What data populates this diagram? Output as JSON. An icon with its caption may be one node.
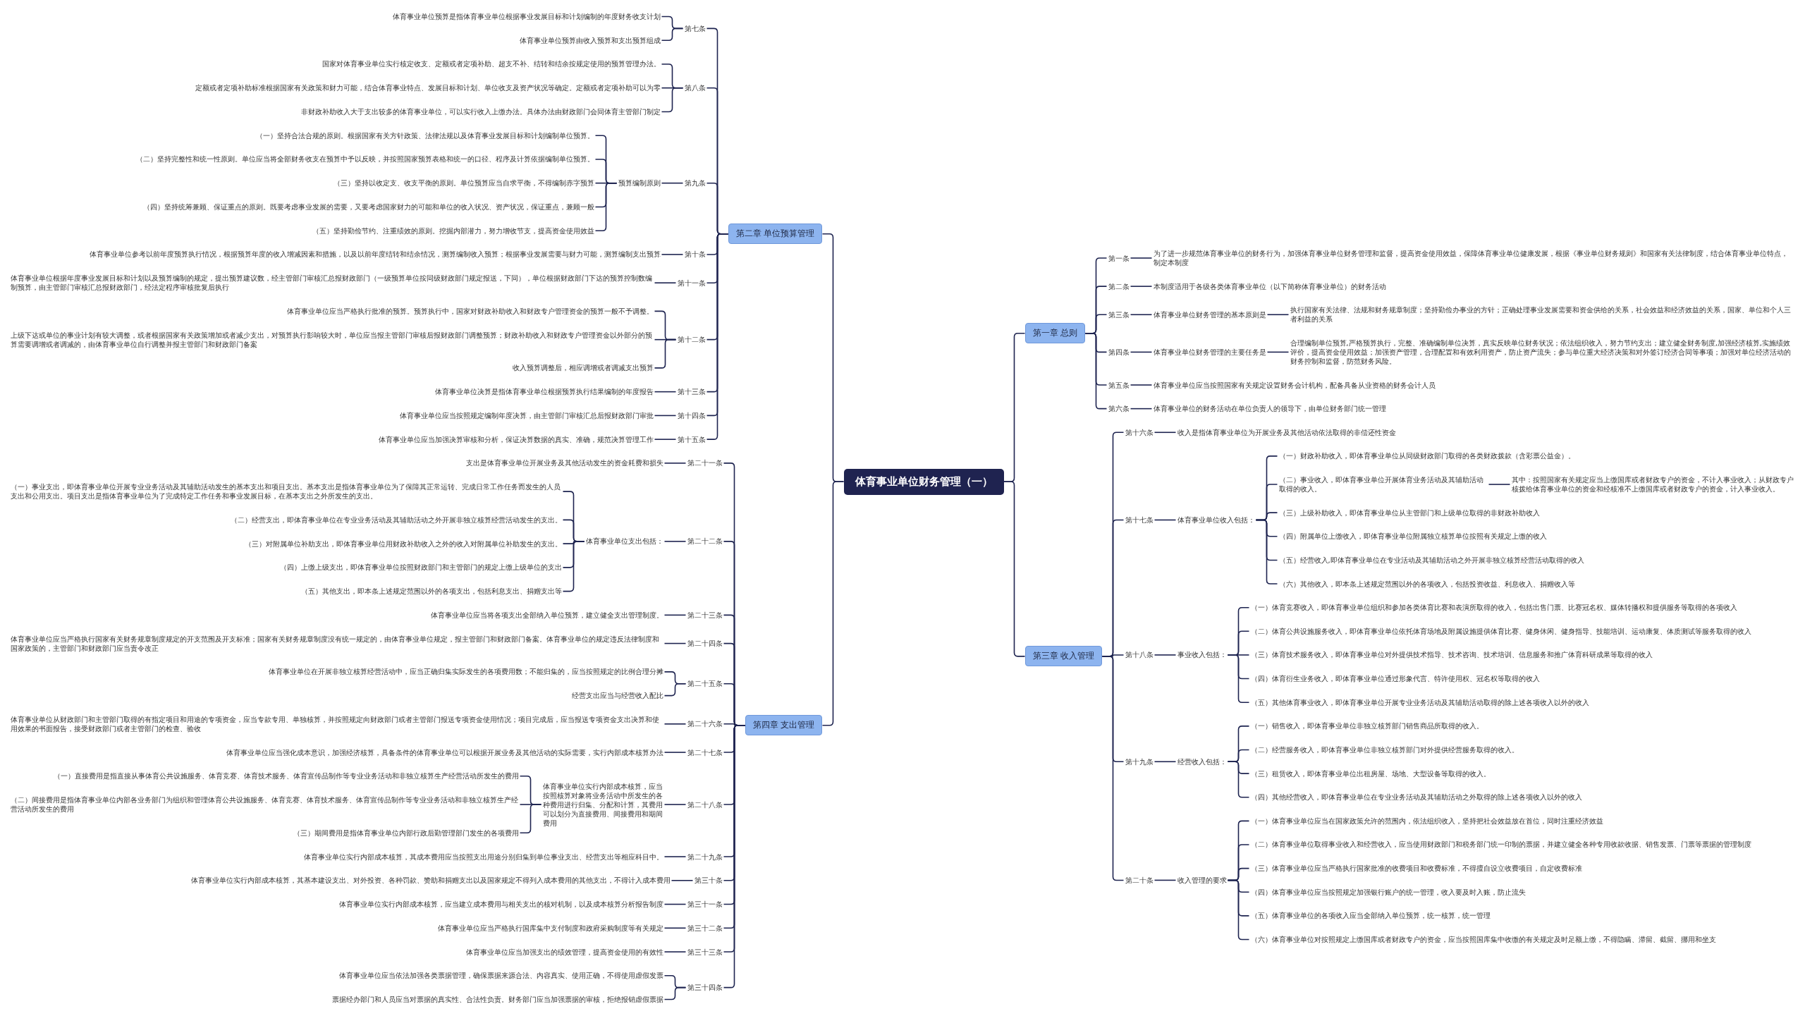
{
  "diagram": {
    "nodes": [
      {
        "text": [
          "体育事业单位财务管理（一）"
        ]
      },
      {
        "text": [
          "第一章 总则"
        ]
      },
      {
        "text": [
          "第一条"
        ]
      },
      {
        "text": [
          "为了进一步规范体育事业单位的财务行为，加强体育事业单位财务管理和监督，提高资金使用效益，保障体育事业单位健康发展，根据《事业单位财务规则》和国家有关法律制度，结合体育事业单位特点，制定本制度"
        ]
      },
      {
        "text": [
          "第二条"
        ]
      },
      {
        "text": [
          "本制度适用于各级各类体育事业单位（以下简称体育事业单位）的财务活动"
        ]
      },
      {
        "text": [
          "第三条"
        ]
      },
      {
        "text": [
          "体育事业单位财务管理的基本原则是"
        ]
      },
      {
        "text": [
          "执行国家有关法律、法规和财务规章制度；坚持勤俭办事业的方针；正确处理事业发展需要和资金供给的关系，社会效益和经济效益的关系，国家、单位和个人三者利益的关系"
        ]
      },
      {
        "text": [
          "第四条"
        ]
      },
      {
        "text": [
          "体育事业单位财务管理的主要任务是"
        ]
      },
      {
        "text": [
          "合理编制单位预算,严格预算执行，完整、准确编制单位决算，真实反映单位财务状况；依法组织收入，努力节约支出；建立健全财务制度,加强经济核算,实施绩效评价，提高资金使用效益；加强资产管理，合理配置和有效利用资产，防止资产流失；参与单位重大经济决策和对外签订经济合同等事项；加强对单位经济活动的财务控制和监督，防范财务风险。"
        ]
      },
      {
        "text": [
          "第五条"
        ]
      },
      {
        "text": [
          "体育事业单位应当按照国家有关规定设置财务会计机构，配备具备从业资格的财务会计人员"
        ]
      },
      {
        "text": [
          "第六条"
        ]
      },
      {
        "text": [
          "体育事业单位的财务活动在单位负责人的领导下，由单位财务部门统一管理"
        ]
      },
      {
        "text": [
          "第二章 单位预算管理"
        ]
      },
      {
        "text": [
          "第七条"
        ]
      },
      {
        "text": [
          "体育事业单位预算是指体育事业单位根据事业发展目标和计划编制的年度财务收支计划"
        ]
      },
      {
        "text": [
          "体育事业单位预算由收入预算和支出预算组成"
        ]
      },
      {
        "text": [
          "第八条"
        ]
      },
      {
        "text": [
          "国家对体育事业单位实行核定收支、定额或者定项补助、超支不补、结转和结余按规定使用的预算管理办法。"
        ]
      },
      {
        "text": [
          "定额或者定项补助标准根据国家有关政策和财力可能，结合体育事业特点、发展目标和计划、单位收支及资产状况等确定。定额或者定项补助可以为零"
        ]
      },
      {
        "text": [
          "非财政补助收入大于支出较多的体育事业单位，可以实行收入上缴办法。具体办法由财政部门会同体育主管部门制定"
        ]
      },
      {
        "text": [
          "第九条"
        ]
      },
      {
        "text": [
          "预算编制原则"
        ]
      },
      {
        "text": [
          "（一）坚持合法合规的原则。根据国家有关方针政策、法律法规以及体育事业发展目标和计划编制单位预算。"
        ]
      },
      {
        "text": [
          "（二）坚持完整性和统一性原则。单位应当将全部财务收支在预算中予以反映，并按照国家预算表格和统一的口径、程序及计算依据编制单位预算。"
        ]
      },
      {
        "text": [
          "（三）坚持以收定支、收支平衡的原则。单位预算应当自求平衡，不得编制赤字预算"
        ]
      },
      {
        "text": [
          "（四）坚持统筹兼顾、保证重点的原则。既要考虑事业发展的需要，又要考虑国家财力的可能和单位的收入状况、资产状况，保证重点，兼顾一般"
        ]
      },
      {
        "text": [
          "（五）坚持勤俭节约、注重绩效的原则。挖掘内部潜力，努力增收节支，提高资金使用效益"
        ]
      },
      {
        "text": [
          "第十条"
        ]
      },
      {
        "text": [
          "体育事业单位参考以前年度预算执行情况，根据预算年度的收入增减因素和措施，以及以前年度结转和结余情况，测算编制收入预算；根据事业发展需要与财力可能，测算编制支出预算"
        ]
      },
      {
        "text": [
          "第十一条"
        ]
      },
      {
        "text": [
          "体育事业单位根据年度事业发展目标和计划以及预算编制的规定，提出预算建议数，经主管部门审核汇总报财政部门（一级预算单位按同级财政部门规定报送，下同），单位根据财政部门下达的预算控制数编制预算，由主管部门审核汇总报财政部门，经法定程序审核批复后执行"
        ]
      },
      {
        "text": [
          "第十二条"
        ]
      },
      {
        "text": [
          "体育事业单位应当严格执行批准的预算。预算执行中，国家对财政补助收入和财政专户管理资金的预算一般不予调整。"
        ]
      },
      {
        "text": [
          "上级下达或单位的事业计划有较大调整，或者根据国家有关政策增加或者减少支出，对预算执行影响较大时，单位应当报主管部门审核后报财政部门调整预算；财政补助收入和财政专户管理资金以外部分的预算需要调增或者调减的，由体育事业单位自行调整并报主管部门和财政部门备案"
        ]
      },
      {
        "text": [
          "收入预算调整后，相应调增或者调减支出预算"
        ]
      },
      {
        "text": [
          "第十三条"
        ]
      },
      {
        "text": [
          "体育事业单位决算是指体育事业单位根据预算执行结果编制的年度报告"
        ]
      },
      {
        "text": [
          "第十四条"
        ]
      },
      {
        "text": [
          "体育事业单位应当按照规定编制年度决算，由主管部门审核汇总后报财政部门审批"
        ]
      },
      {
        "text": [
          "第十五条"
        ]
      },
      {
        "text": [
          "体育事业单位应当加强决算审核和分析，保证决算数据的真实、准确，规范决算管理工作"
        ]
      },
      {
        "text": [
          "第三章 收入管理"
        ]
      },
      {
        "text": [
          "第十六条"
        ]
      },
      {
        "text": [
          "收入是指体育事业单位为开展业务及其他活动依法取得的非偿还性资金"
        ]
      },
      {
        "text": [
          "第十七条"
        ]
      },
      {
        "text": [
          "体育事业单位收入包括："
        ]
      },
      {
        "text": [
          "（一）财政补助收入，即体育事业单位从同级财政部门取得的各类财政拨款（含彩票公益金）。"
        ]
      },
      {
        "text": [
          "（二）事业收入，即体育事业单位开展体育业务活动及其辅助活动取得的收入。"
        ]
      },
      {
        "text": [
          "其中：按照国家有关规定应当上缴国库或者财政专户的资金，不计入事业收入；从财政专户核拨给体育事业单位的资金和经核准不上缴国库或者财政专户的资金，计入事业收入。"
        ]
      },
      {
        "text": [
          "（三）上级补助收入，即体育事业单位从主管部门和上级单位取得的非财政补助收入"
        ]
      },
      {
        "text": [
          "（四）附属单位上缴收入，即体育事业单位附属独立核算单位按照有关规定上缴的收入"
        ]
      },
      {
        "text": [
          "（五）经营收入,即体育事业单位在专业活动及其辅助活动之外开展非独立核算经营活动取得的收入"
        ]
      },
      {
        "text": [
          "（六）其他收入，即本条上述规定范围以外的各项收入，包括投资收益、利息收入、捐赠收入等"
        ]
      },
      {
        "text": [
          "第十八条"
        ]
      },
      {
        "text": [
          "事业收入包括："
        ]
      },
      {
        "text": [
          "（一）体育竞赛收入，即体育事业单位组织和参加各类体育比赛和表演所取得的收入，包括出售门票、比赛冠名权、媒体转播权和提供服务等取得的各项收入"
        ]
      },
      {
        "text": [
          "（二）体育公共设施服务收入，即体育事业单位依托体育场地及附属设施提供体育比赛、健身休闲、健身指导、技能培训、运动康复、体质测试等服务取得的收入"
        ]
      },
      {
        "text": [
          "（三）体育技术服务收入，即体育事业单位对外提供技术指导、技术咨询、技术培训、信息服务和推广体育科研成果等取得的收入"
        ]
      },
      {
        "text": [
          "（四）体育衍生业务收入，即体育事业单位通过形象代言、特许使用权、冠名权等取得的收入"
        ]
      },
      {
        "text": [
          "（五）其他体育事业收入，即体育事业单位开展专业业务活动及其辅助活动取得的除上述各项收入以外的收入"
        ]
      },
      {
        "text": [
          "第十九条"
        ]
      },
      {
        "text": [
          "经营收入包括："
        ]
      },
      {
        "text": [
          "（一）销售收入，即体育事业单位非独立核算部门销售商品所取得的收入。"
        ]
      },
      {
        "text": [
          "（二）经营服务收入，即体育事业单位非独立核算部门对外提供经营服务取得的收入。"
        ]
      },
      {
        "text": [
          "（三）租赁收入，即体育事业单位出租房屋、场地、大型设备等取得的收入。"
        ]
      },
      {
        "text": [
          "（四）其他经营收入，即体育事业单位在专业业务活动及其辅助活动之外取得的除上述各项收入以外的收入"
        ]
      },
      {
        "text": [
          "第二十条"
        ]
      },
      {
        "text": [
          "收入管理的要求"
        ]
      },
      {
        "text": [
          "（一）体育事业单位应当在国家政策允许的范围内，依法组织收入，坚持把社会效益放在首位，同时注重经济效益"
        ]
      },
      {
        "text": [
          "（二）体育事业单位取得事业收入和经营收入，应当使用财政部门和税务部门统一印制的票据，并建立健全各种专用收款收据、销售发票、门票等票据的管理制度"
        ]
      },
      {
        "text": [
          "（三）体育事业单位应当严格执行国家批准的收费项目和收费标准，不得擅自设立收费项目，自定收费标准"
        ]
      },
      {
        "text": [
          "（四）体育事业单位应当按照规定加强银行账户的统一管理，收入要及时入账，防止流失"
        ]
      },
      {
        "text": [
          "（五）体育事业单位的各项收入应当全部纳入单位预算，统一核算，统一管理"
        ]
      },
      {
        "text": [
          "（六）体育事业单位对按照规定上缴国库或者财政专户的资金，应当按照国库集中收缴的有关规定及时足额上缴，不得隐瞒、滞留、截留、挪用和坐支"
        ]
      },
      {
        "text": [
          "第四章 支出管理"
        ]
      },
      {
        "text": [
          "第二十一条"
        ]
      },
      {
        "text": [
          "支出是体育事业单位开展业务及其他活动发生的资金耗费和损失"
        ]
      },
      {
        "text": [
          "第二十二条"
        ]
      },
      {
        "text": [
          "体育事业单位支出包括："
        ]
      },
      {
        "text": [
          "（一）事业支出，即体育事业单位开展专业业务活动及其辅助活动发生的基本支出和项目支出。基本支出是指体育事业单位为了保障其正常运转、完成日常工作任务而发生的人员支出和公用支出。项目支出是指体育事业单位为了完成特定工作任务和事业发展目标，在基本支出之外所发生的支出。"
        ]
      },
      {
        "text": [
          "（二）经营支出，即体育事业单位在专业业务活动及其辅助活动之外开展非独立核算经营活动发生的支出。"
        ]
      },
      {
        "text": [
          "（三）对附属单位补助支出，即体育事业单位用财政补助收入之外的收入对附属单位补助发生的支出。"
        ]
      },
      {
        "text": [
          "（四）上缴上级支出，即体育事业单位按照财政部门和主管部门的规定上缴上级单位的支出"
        ]
      },
      {
        "text": [
          "（五）其他支出，即本条上述规定范围以外的各项支出，包括利息支出、捐赠支出等"
        ]
      },
      {
        "text": [
          "第二十三条"
        ]
      },
      {
        "text": [
          "体育事业单位应当将各项支出全部纳入单位预算，建立健全支出管理制度。"
        ]
      },
      {
        "text": [
          "第二十四条"
        ]
      },
      {
        "text": [
          "体育事业单位应当严格执行国家有关财务规章制度规定的开支范围及开支标准；国家有关财务规章制度没有统一规定的，由体育事业单位规定，报主管部门和财政部门备案。体育事业单位的规定违反法律制度和国家政策的，主管部门和财政部门应当责令改正"
        ]
      },
      {
        "text": [
          "第二十五条"
        ]
      },
      {
        "text": [
          "体育事业单位在开展非独立核算经营活动中，应当正确归集实际发生的各项费用数；不能归集的，应当按照规定的比例合理分摊"
        ]
      },
      {
        "text": [
          "经营支出应当与经营收入配比"
        ]
      },
      {
        "text": [
          "第二十六条"
        ]
      },
      {
        "text": [
          "体育事业单位从财政部门和主管部门取得的有指定项目和用途的专项资金，应当专款专用、单独核算，并按照规定向财政部门或者主管部门报送专项资金使用情况；项目完成后，应当报送专项资金支出决算和使用效果的书面报告，接受财政部门或者主管部门的检查、验收"
        ]
      },
      {
        "text": [
          "第二十七条"
        ]
      },
      {
        "text": [
          "体育事业单位应当强化成本意识，加强经济核算，具备条件的体育事业单位可以根据开展业务及其他活动的实际需要，实行内部成本核算办法"
        ]
      },
      {
        "text": [
          "第二十八条"
        ]
      },
      {
        "text": [
          "体育事业单位实行内部成本核算，应当按照核算对象将业务活动中所发生的各种费用进行归集、分配和计算，其费用可以划分为直接费用、间接费用和期间费用"
        ]
      },
      {
        "text": [
          "（一）直接费用是指直接从事体育公共设施服务、体育竞赛、体育技术服务、体育宣传品制作等专业业务活动和非独立核算生产经营活动所发生的费用"
        ]
      },
      {
        "text": [
          "（二）间接费用是指体育事业单位内部各业务部门为组织和管理体育公共设施服务、体育竞赛、体育技术服务、体育宣传品制作等专业业务活动和非独立核算生产经营活动所发生的费用"
        ]
      },
      {
        "text": [
          "（三）期间费用是指体育事业单位内部行政后勤管理部门发生的各项费用"
        ]
      },
      {
        "text": [
          "第二十九条"
        ]
      },
      {
        "text": [
          "体育事业单位实行内部成本核算，其成本费用应当按照支出用途分别归集到单位事业支出、经营支出等相应科目中。"
        ]
      },
      {
        "text": [
          "第三十条"
        ]
      },
      {
        "text": [
          "体育事业单位实行内部成本核算，其基本建设支出、对外投资、各种罚款、赞助和捐赠支出以及国家规定不得列入成本费用的其他支出，不得计入成本费用"
        ]
      },
      {
        "text": [
          "第三十一条"
        ]
      },
      {
        "text": [
          "体育事业单位实行内部成本核算，应当建立成本费用与相关支出的核对机制，以及成本核算分析报告制度"
        ]
      },
      {
        "text": [
          "第三十二条"
        ]
      },
      {
        "text": [
          "体育事业单位应当严格执行国库集中支付制度和政府采购制度等有关规定"
        ]
      },
      {
        "text": [
          "第三十三条"
        ]
      },
      {
        "text": [
          "体育事业单位应当加强支出的绩效管理，提高资金使用的有效性"
        ]
      },
      {
        "text": [
          "第三十四条"
        ]
      },
      {
        "text": [
          "体育事业单位应当依法加强各类票据管理，确保票据来源合法、内容真实、使用正确，不得使用虚假发票"
        ]
      },
      {
        "text": [
          "票据经办部门和人员应当对票据的真实性、合法性负责。财务部门应当加强票据的审核，拒绝报销虚假票据"
        ]
      }
    ],
    "edges": [
      {
        "from": 0,
        "to": 1,
        "arrow": "none"
      },
      {
        "from": 1,
        "to": 2,
        "arrow": "none"
      },
      {
        "from": 2,
        "to": 3,
        "arrow": "none"
      },
      {
        "from": 1,
        "to": 4,
        "arrow": "none"
      },
      {
        "from": 4,
        "to": 5,
        "arrow": "none"
      },
      {
        "from": 1,
        "to": 6,
        "arrow": "none"
      },
      {
        "from": 6,
        "to": 7,
        "arrow": "none"
      },
      {
        "from": 7,
        "to": 8,
        "arrow": "none"
      },
      {
        "from": 1,
        "to": 9,
        "arrow": "none"
      },
      {
        "from": 9,
        "to": 10,
        "arrow": "none"
      },
      {
        "from": 10,
        "to": 11,
        "arrow": "none"
      },
      {
        "from": 1,
        "to": 12,
        "arrow": "none"
      },
      {
        "from": 12,
        "to": 13,
        "arrow": "none"
      },
      {
        "from": 1,
        "to": 14,
        "arrow": "none"
      },
      {
        "from": 14,
        "to": 15,
        "arrow": "none"
      },
      {
        "from": 0,
        "to": 16,
        "arrow": "none"
      },
      {
        "from": 16,
        "to": 17,
        "arrow": "none"
      },
      {
        "from": 17,
        "to": 18,
        "arrow": "none"
      },
      {
        "from": 17,
        "to": 19,
        "arrow": "none"
      },
      {
        "from": 16,
        "to": 20,
        "arrow": "none"
      },
      {
        "from": 20,
        "to": 21,
        "arrow": "none"
      },
      {
        "from": 20,
        "to": 22,
        "arrow": "none"
      },
      {
        "from": 20,
        "to": 23,
        "arrow": "none"
      },
      {
        "from": 16,
        "to": 24,
        "arrow": "none"
      },
      {
        "from": 24,
        "to": 25,
        "arrow": "none"
      },
      {
        "from": 25,
        "to": 26,
        "arrow": "none"
      },
      {
        "from": 25,
        "to": 27,
        "arrow": "none"
      },
      {
        "from": 25,
        "to": 28,
        "arrow": "none"
      },
      {
        "from": 25,
        "to": 29,
        "arrow": "none"
      },
      {
        "from": 25,
        "to": 30,
        "arrow": "none"
      },
      {
        "from": 16,
        "to": 31,
        "arrow": "none"
      },
      {
        "from": 31,
        "to": 32,
        "arrow": "none"
      },
      {
        "from": 16,
        "to": 33,
        "arrow": "none"
      },
      {
        "from": 33,
        "to": 34,
        "arrow": "none"
      },
      {
        "from": 16,
        "to": 35,
        "arrow": "none"
      },
      {
        "from": 35,
        "to": 36,
        "arrow": "none"
      },
      {
        "from": 35,
        "to": 37,
        "arrow": "none"
      },
      {
        "from": 35,
        "to": 38,
        "arrow": "none"
      },
      {
        "from": 16,
        "to": 39,
        "arrow": "none"
      },
      {
        "from": 39,
        "to": 40,
        "arrow": "none"
      },
      {
        "from": 16,
        "to": 41,
        "arrow": "none"
      },
      {
        "from": 41,
        "to": 42,
        "arrow": "none"
      },
      {
        "from": 16,
        "to": 43,
        "arrow": "none"
      },
      {
        "from": 43,
        "to": 44,
        "arrow": "none"
      },
      {
        "from": 0,
        "to": 45,
        "arrow": "none"
      },
      {
        "from": 45,
        "to": 46,
        "arrow": "none"
      },
      {
        "from": 46,
        "to": 47,
        "arrow": "none"
      },
      {
        "from": 45,
        "to": 48,
        "arrow": "none"
      },
      {
        "from": 48,
        "to": 49,
        "arrow": "none"
      },
      {
        "from": 49,
        "to": 50,
        "arrow": "none"
      },
      {
        "from": 49,
        "to": 51,
        "arrow": "none"
      },
      {
        "from": 51,
        "to": 52,
        "arrow": "none"
      },
      {
        "from": 49,
        "to": 53,
        "arrow": "none"
      },
      {
        "from": 49,
        "to": 54,
        "arrow": "none"
      },
      {
        "from": 49,
        "to": 55,
        "arrow": "none"
      },
      {
        "from": 49,
        "to": 56,
        "arrow": "none"
      },
      {
        "from": 45,
        "to": 57,
        "arrow": "none"
      },
      {
        "from": 57,
        "to": 58,
        "arrow": "none"
      },
      {
        "from": 58,
        "to": 59,
        "arrow": "none"
      },
      {
        "from": 58,
        "to": 60,
        "arrow": "none"
      },
      {
        "from": 58,
        "to": 61,
        "arrow": "none"
      },
      {
        "from": 58,
        "to": 62,
        "arrow": "none"
      },
      {
        "from": 58,
        "to": 63,
        "arrow": "none"
      },
      {
        "from": 45,
        "to": 64,
        "arrow": "none"
      },
      {
        "from": 64,
        "to": 65,
        "arrow": "none"
      },
      {
        "from": 65,
        "to": 66,
        "arrow": "none"
      },
      {
        "from": 65,
        "to": 67,
        "arrow": "none"
      },
      {
        "from": 65,
        "to": 68,
        "arrow": "none"
      },
      {
        "from": 65,
        "to": 69,
        "arrow": "none"
      },
      {
        "from": 45,
        "to": 70,
        "arrow": "none"
      },
      {
        "from": 70,
        "to": 71,
        "arrow": "none"
      },
      {
        "from": 71,
        "to": 72,
        "arrow": "none"
      },
      {
        "from": 71,
        "to": 73,
        "arrow": "none"
      },
      {
        "from": 71,
        "to": 74,
        "arrow": "none"
      },
      {
        "from": 71,
        "to": 75,
        "arrow": "none"
      },
      {
        "from": 71,
        "to": 76,
        "arrow": "none"
      },
      {
        "from": 71,
        "to": 77,
        "arrow": "none"
      },
      {
        "from": 0,
        "to": 78,
        "arrow": "none"
      },
      {
        "from": 78,
        "to": 79,
        "arrow": "none"
      },
      {
        "from": 79,
        "to": 80,
        "arrow": "none"
      },
      {
        "from": 78,
        "to": 81,
        "arrow": "none"
      },
      {
        "from": 81,
        "to": 82,
        "arrow": "none"
      },
      {
        "from": 82,
        "to": 83,
        "arrow": "none"
      },
      {
        "from": 82,
        "to": 84,
        "arrow": "none"
      },
      {
        "from": 82,
        "to": 85,
        "arrow": "none"
      },
      {
        "from": 82,
        "to": 86,
        "arrow": "none"
      },
      {
        "from": 82,
        "to": 87,
        "arrow": "none"
      },
      {
        "from": 78,
        "to": 88,
        "arrow": "none"
      },
      {
        "from": 88,
        "to": 89,
        "arrow": "none"
      },
      {
        "from": 78,
        "to": 90,
        "arrow": "none"
      },
      {
        "from": 90,
        "to": 91,
        "arrow": "none"
      },
      {
        "from": 78,
        "to": 92,
        "arrow": "none"
      },
      {
        "from": 92,
        "to": 93,
        "arrow": "none"
      },
      {
        "from": 92,
        "to": 94,
        "arrow": "none"
      },
      {
        "from": 78,
        "to": 95,
        "arrow": "none"
      },
      {
        "from": 95,
        "to": 96,
        "arrow": "none"
      },
      {
        "from": 78,
        "to": 97,
        "arrow": "none"
      },
      {
        "from": 97,
        "to": 98,
        "arrow": "none"
      },
      {
        "from": 78,
        "to": 99,
        "arrow": "none"
      },
      {
        "from": 99,
        "to": 100,
        "arrow": "none"
      },
      {
        "from": 100,
        "to": 101,
        "arrow": "none"
      },
      {
        "from": 100,
        "to": 102,
        "arrow": "none"
      },
      {
        "from": 100,
        "to": 103,
        "arrow": "none"
      },
      {
        "from": 78,
        "to": 104,
        "arrow": "none"
      },
      {
        "from": 104,
        "to": 105,
        "arrow": "none"
      },
      {
        "from": 78,
        "to": 106,
        "arrow": "none"
      },
      {
        "from": 106,
        "to": 107,
        "arrow": "none"
      },
      {
        "from": 78,
        "to": 108,
        "arrow": "none"
      },
      {
        "from": 108,
        "to": 109,
        "arrow": "none"
      },
      {
        "from": 78,
        "to": 110,
        "arrow": "none"
      },
      {
        "from": 110,
        "to": 111,
        "arrow": "none"
      },
      {
        "from": 78,
        "to": 112,
        "arrow": "none"
      },
      {
        "from": 112,
        "to": 113,
        "arrow": "none"
      },
      {
        "from": 78,
        "to": 114,
        "arrow": "none"
      },
      {
        "from": 114,
        "to": 115,
        "arrow": "none"
      },
      {
        "from": 114,
        "to": 116,
        "arrow": "none"
      }
    ]
  }
}
